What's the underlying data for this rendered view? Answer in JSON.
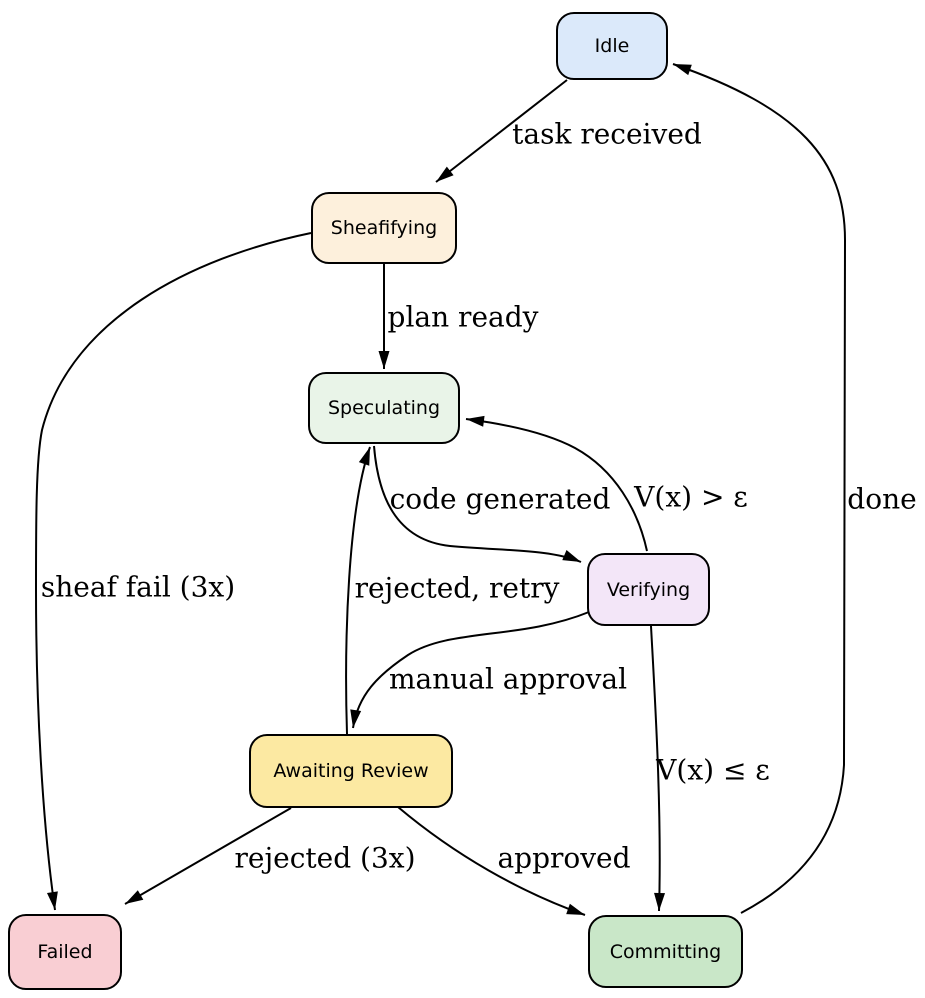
{
  "diagram": {
    "background_color": "#ffffff",
    "edge_color": "#000000",
    "nodes": [
      {
        "id": "idle",
        "label": "Idle",
        "fill": "#dbe9fa"
      },
      {
        "id": "sheafifying",
        "label": "Sheafifying",
        "fill": "#fdf0dc"
      },
      {
        "id": "speculating",
        "label": "Speculating",
        "fill": "#e9f4e8"
      },
      {
        "id": "verifying",
        "label": "Verifying",
        "fill": "#f3e6f8"
      },
      {
        "id": "awaiting-review",
        "label": "Awaiting Review",
        "fill": "#fce9a2"
      },
      {
        "id": "failed",
        "label": "Failed",
        "fill": "#f9ced3"
      },
      {
        "id": "committing",
        "label": "Committing",
        "fill": "#c9e7c8"
      }
    ],
    "edges": [
      {
        "from": "idle",
        "to": "sheafifying",
        "label": "task received"
      },
      {
        "from": "sheafifying",
        "to": "speculating",
        "label": "plan ready"
      },
      {
        "from": "speculating",
        "to": "verifying",
        "label": "code generated"
      },
      {
        "from": "verifying",
        "to": "speculating",
        "label": "V(x) > ε"
      },
      {
        "from": "verifying",
        "to": "awaiting-review",
        "label": "manual approval"
      },
      {
        "from": "awaiting-review",
        "to": "speculating",
        "label": "rejected, retry"
      },
      {
        "from": "verifying",
        "to": "committing",
        "label": "V(x) ≤ ε"
      },
      {
        "from": "awaiting-review",
        "to": "failed",
        "label": "rejected (3x)"
      },
      {
        "from": "awaiting-review",
        "to": "committing",
        "label": "approved"
      },
      {
        "from": "sheafifying",
        "to": "failed",
        "label": "sheaf fail (3x)"
      },
      {
        "from": "committing",
        "to": "idle",
        "label": "done"
      }
    ]
  }
}
